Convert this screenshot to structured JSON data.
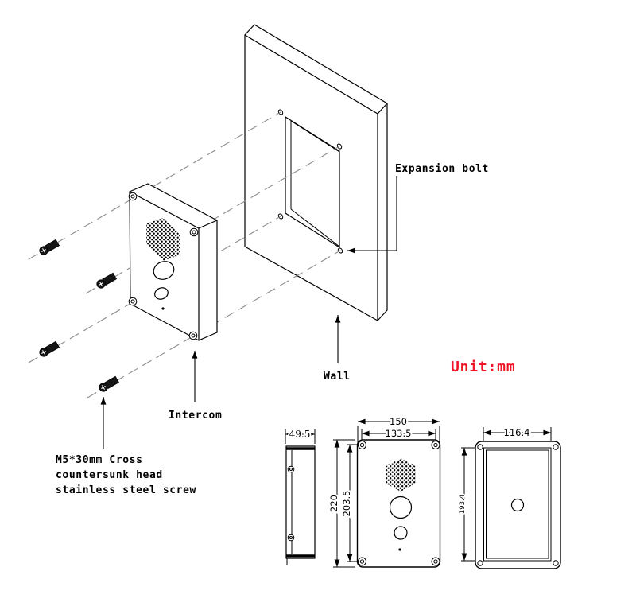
{
  "drawing": {
    "unit_note": "Unit:mm",
    "labels": {
      "expansion_bolt": "Expansion bolt",
      "wall": "Wall",
      "intercom": "Intercom",
      "screw_note": [
        "M5*30mm Cross",
        "countersunk head",
        "stainless steel screw"
      ]
    },
    "dimensions": {
      "side_width": "49.5",
      "front_width": "150",
      "front_hole_spacing_width": "133.5",
      "front_height": "220",
      "front_hole_spacing_height": "203.5",
      "back_inner_width": "116.4",
      "back_inner_height": "193.4"
    },
    "colors": {
      "unit_note_red": "#f01428",
      "line_black": "#000000",
      "guide_gray": "#8c8c8c"
    }
  }
}
